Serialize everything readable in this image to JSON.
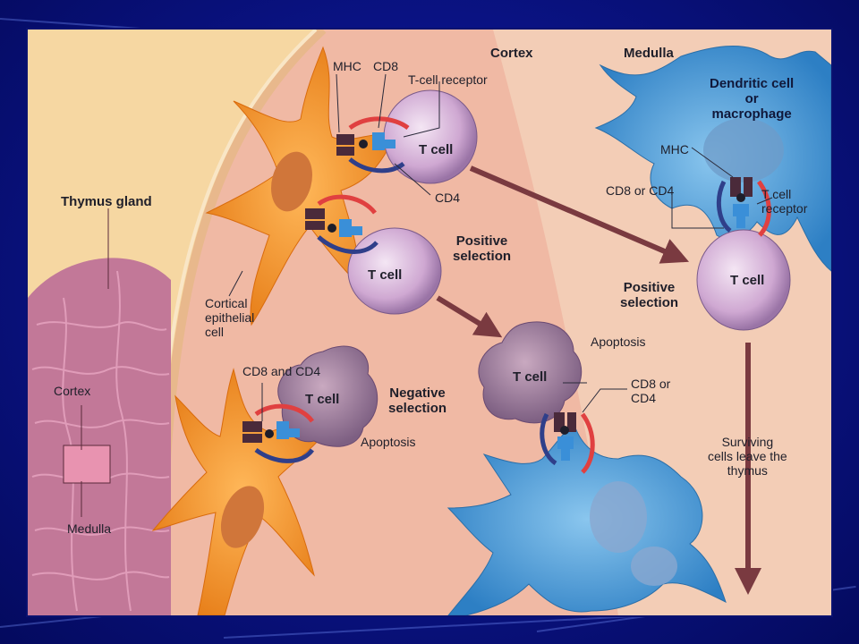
{
  "labels": {
    "cortex_region": "Cortex",
    "medulla_region": "Medulla",
    "thymus_gland": "Thymus gland",
    "left_cortex": "Cortex",
    "left_medulla": "Medulla",
    "mhc_top": "MHC",
    "cd8_top": "CD8",
    "tcr_top": "T-cell receptor",
    "tcell_1": "T cell",
    "cd4": "CD4",
    "tcell_2": "T cell",
    "positive_selection_1": [
      "Positive",
      "selection"
    ],
    "cortical_epithelial": [
      "Cortical",
      "epithelial",
      "cell"
    ],
    "cd8_and_cd4": "CD8 and CD4",
    "tcell_3": "T cell",
    "negative_selection": [
      "Negative",
      "selection"
    ],
    "apoptosis_left": "Apoptosis",
    "apoptosis_mid": "Apoptosis",
    "tcell_4": "T cell",
    "cd8_or_cd4_mid": [
      "CD8 or",
      "CD4"
    ],
    "dendritic": [
      "Dendritic cell",
      "or",
      "macrophage"
    ],
    "mhc_right": "MHC",
    "cd8_or_cd4_right": "CD8 or CD4",
    "tcr_right": [
      "T cell",
      "receptor"
    ],
    "tcell_5": "T cell",
    "positive_selection_2": [
      "Positive",
      "selection"
    ],
    "surviving": [
      "Surviving",
      "cells leave the",
      "thymus"
    ]
  },
  "colors": {
    "cortex_bg": "#f2c49a",
    "cortex_pink": "#f0b7a2",
    "medulla_bg": "#f3ccb0",
    "thymus_gland": "#c77a9c",
    "epithelial": "#f39a2e",
    "dendritic": "#4a9fd6",
    "tcell": "#d8b6d8",
    "apoptotic": "#a88aa4",
    "arrow": "#7a3a40",
    "receptor_blue": "#3a8fd8",
    "mhc_dark": "#4a2a3a",
    "cd_red": "#e04040"
  }
}
